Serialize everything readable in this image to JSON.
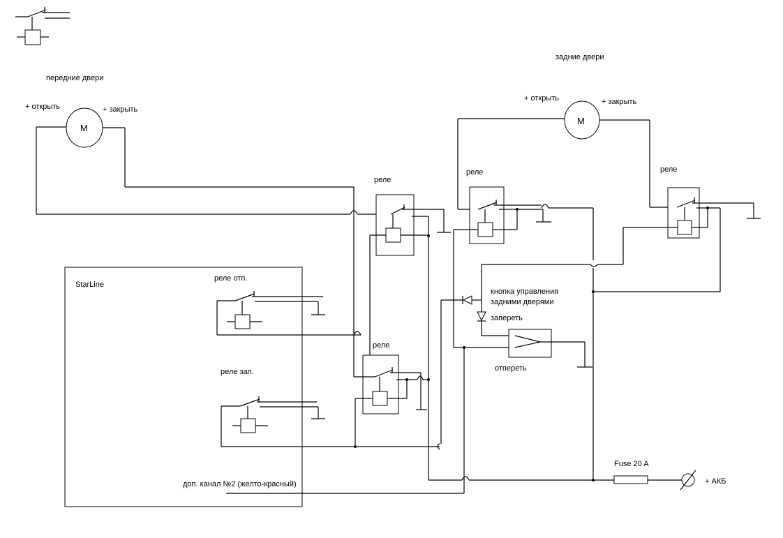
{
  "labels": {
    "front_doors": "передние двери",
    "rear_doors": "задние двери",
    "open": "+ открыть",
    "close": "+ закрыть",
    "motor": "M",
    "relay": "реле",
    "starline": "StarLine",
    "relay_unlock": "реле отп.",
    "relay_lock": "реле зап.",
    "button_line1": "кнопка управления",
    "button_line2": "задними дверями",
    "lock": "запереть",
    "unlock": "отпереть",
    "fuse": "Fuse 20 A",
    "battery": "+ АКБ",
    "aux_channel": "доп. канал №2 (желто-красный)"
  }
}
